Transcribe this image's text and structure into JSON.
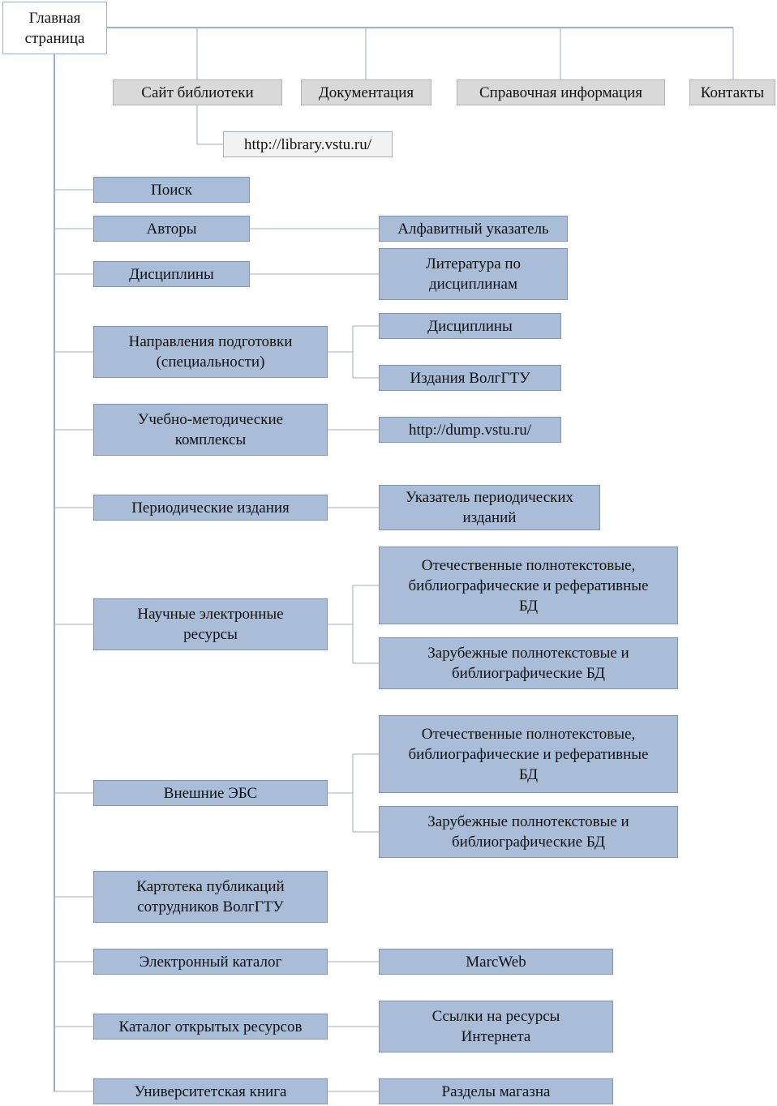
{
  "root": "Главная\nстраница",
  "tabs": [
    "Сайт библиотеки",
    "Документация",
    "Справочная информация",
    "Контакты"
  ],
  "site_url": "http://library.vstu.ru/",
  "sections": [
    {
      "label": "Поиск",
      "children": []
    },
    {
      "label": "Авторы",
      "children": [
        "Алфавитный указатель"
      ]
    },
    {
      "label": "Дисциплины",
      "children": [
        "Литература по\nдисциплинам"
      ]
    },
    {
      "label": "Направления подготовки\n(специальности)",
      "children": [
        "Дисциплины",
        "Издания ВолгГТУ"
      ]
    },
    {
      "label": "Учебно-методические\nкомплексы",
      "children": [
        "http://dump.vstu.ru/"
      ]
    },
    {
      "label": "Периодические издания",
      "children": [
        "Указатель периодических\nизданий"
      ]
    },
    {
      "label": "Научные электронные\nресурсы",
      "children": [
        "Отечественные полнотекстовые,\nбиблиографические и реферативные\nБД",
        "Зарубежные полнотекстовые и\nбиблиографические БД"
      ]
    },
    {
      "label": "Внешние ЭБС",
      "children": [
        "Отечественные полнотекстовые,\nбиблиографические и реферативные\nБД",
        "Зарубежные полнотекстовые и\nбиблиографические БД"
      ]
    },
    {
      "label": "Картотека публикаций\nсотрудников ВолгГТУ",
      "children": []
    },
    {
      "label": "Электронный каталог",
      "children": [
        "MarcWeb"
      ]
    },
    {
      "label": "Каталог открытых ресурсов",
      "children": [
        "Ссылки на ресурсы\nИнтернета"
      ]
    },
    {
      "label": "Университетская книга",
      "children": [
        "Разделы магазна"
      ]
    }
  ],
  "colors": {
    "line": "#9ab0d3",
    "box_fill": "#a9bcd8",
    "tab_fill": "#d9d9d9"
  }
}
